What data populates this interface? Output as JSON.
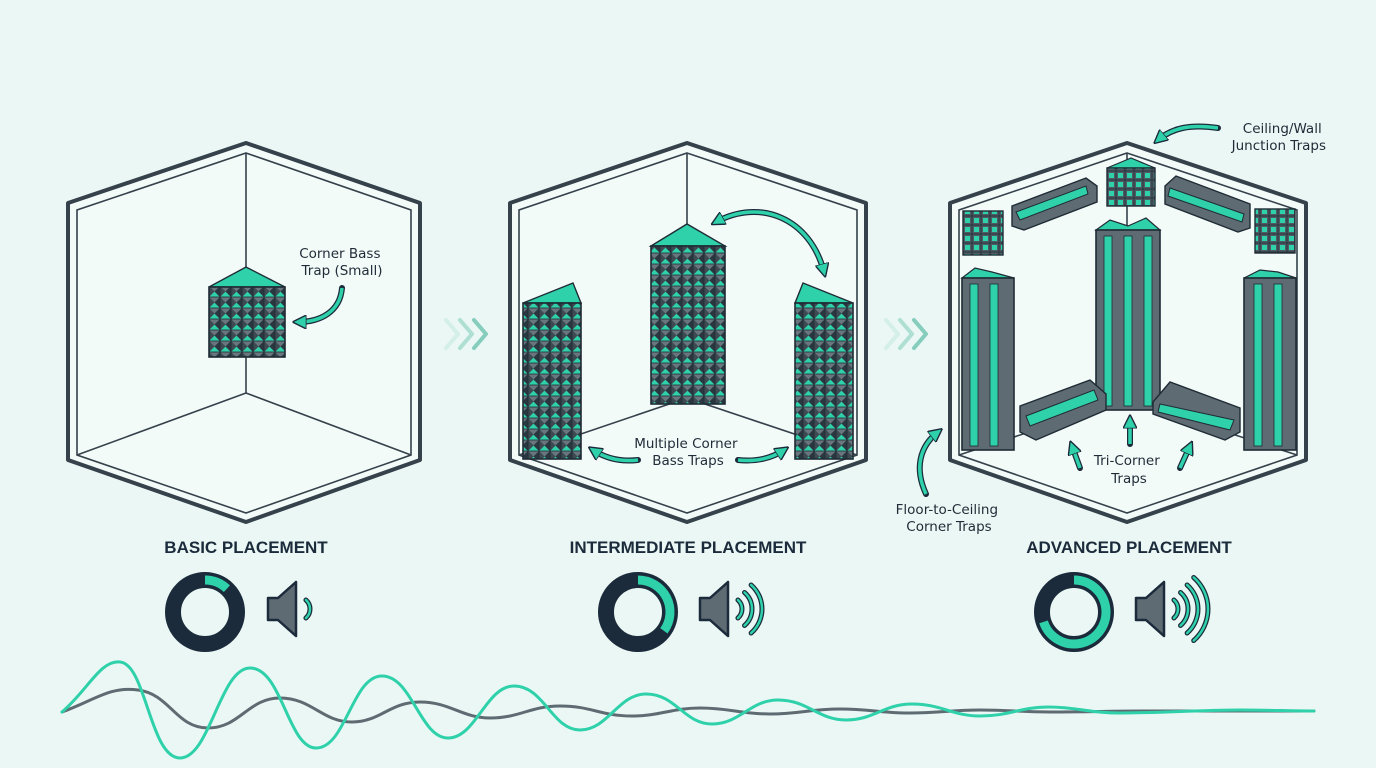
{
  "colors": {
    "background": "#eaf7f4",
    "accent": "#2fd1aa",
    "dark": "#1b2b3b",
    "gray": "#5f6b72",
    "outline": "#2f3a45"
  },
  "stages": [
    {
      "label": "BASIC PLACEMENT",
      "callouts": [
        {
          "lines": [
            "Corner Bass",
            "Trap (Small)"
          ]
        }
      ],
      "absorption": 0.12,
      "sound_waves": 1
    },
    {
      "label": "INTERMEDIATE PLACEMENT",
      "callouts": [
        {
          "lines": [
            "Multiple Corner",
            "Bass Traps"
          ]
        }
      ],
      "absorption": 0.35,
      "sound_waves": 3
    },
    {
      "label": "ADVANCED PLACEMENT",
      "callouts": [
        {
          "lines": [
            "Ceiling/Wall",
            "Junction Traps"
          ]
        },
        {
          "lines": [
            "Tri-Corner",
            "Traps"
          ]
        },
        {
          "lines": [
            "Floor-to-Ceiling",
            "Corner Traps"
          ]
        }
      ],
      "absorption": 0.7,
      "sound_waves": 4
    }
  ],
  "icons": {
    "progress": "chevron-right-icon",
    "absorption": "donut-gauge-icon",
    "sound": "speaker-icon"
  }
}
